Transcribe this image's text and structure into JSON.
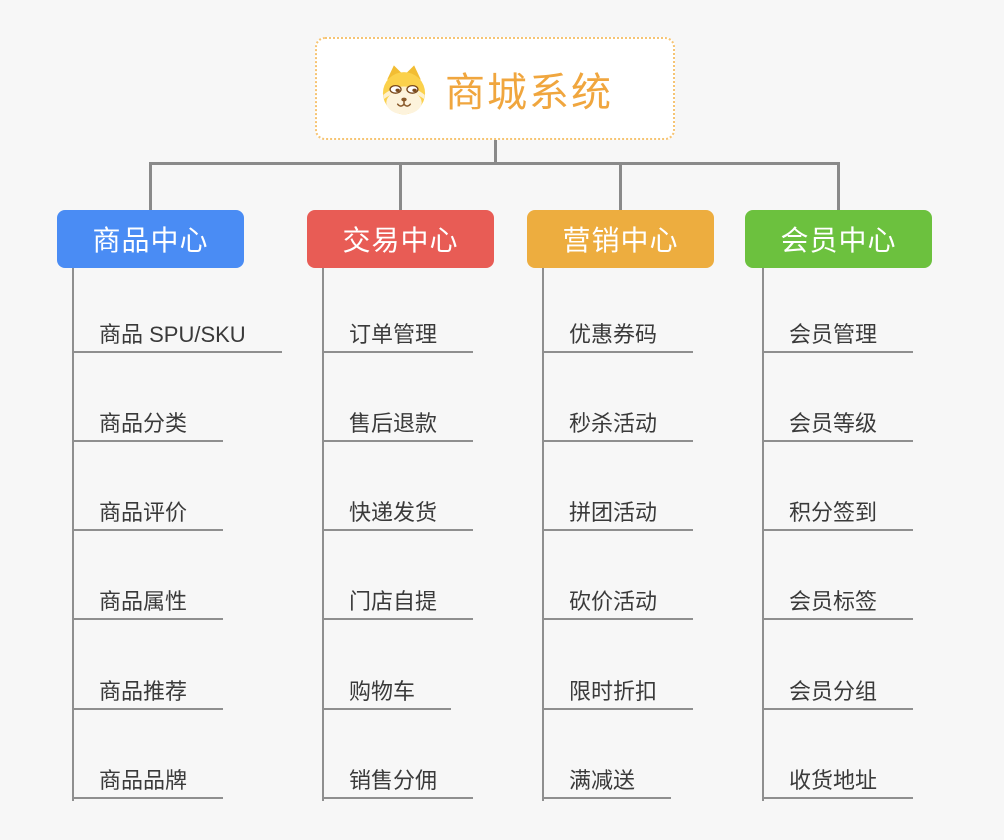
{
  "root": {
    "title": "商城系统",
    "icon": "shiba-dog-icon"
  },
  "branches": [
    {
      "label": "商品中心",
      "color": "#4a8cf4",
      "items": [
        "商品 SPU/SKU",
        "商品分类",
        "商品评价",
        "商品属性",
        "商品推荐",
        "商品品牌"
      ]
    },
    {
      "label": "交易中心",
      "color": "#e85c55",
      "items": [
        "订单管理",
        "售后退款",
        "快递发货",
        "门店自提",
        "购物车",
        "销售分佣"
      ]
    },
    {
      "label": "营销中心",
      "color": "#edad3f",
      "items": [
        "优惠券码",
        "秒杀活动",
        "拼团活动",
        "砍价活动",
        "限时折扣",
        "满减送"
      ]
    },
    {
      "label": "会员中心",
      "color": "#6cc13e",
      "items": [
        "会员管理",
        "会员等级",
        "积分签到",
        "会员标签",
        "会员分组",
        "收货地址"
      ]
    }
  ],
  "colors": {
    "background": "#f7f7f7",
    "connector": "#8a8a8a",
    "root_text": "#f0a63e",
    "root_border": "#f6c473",
    "header_text": "#ffffff",
    "leaf_text": "#3a3a3a"
  }
}
